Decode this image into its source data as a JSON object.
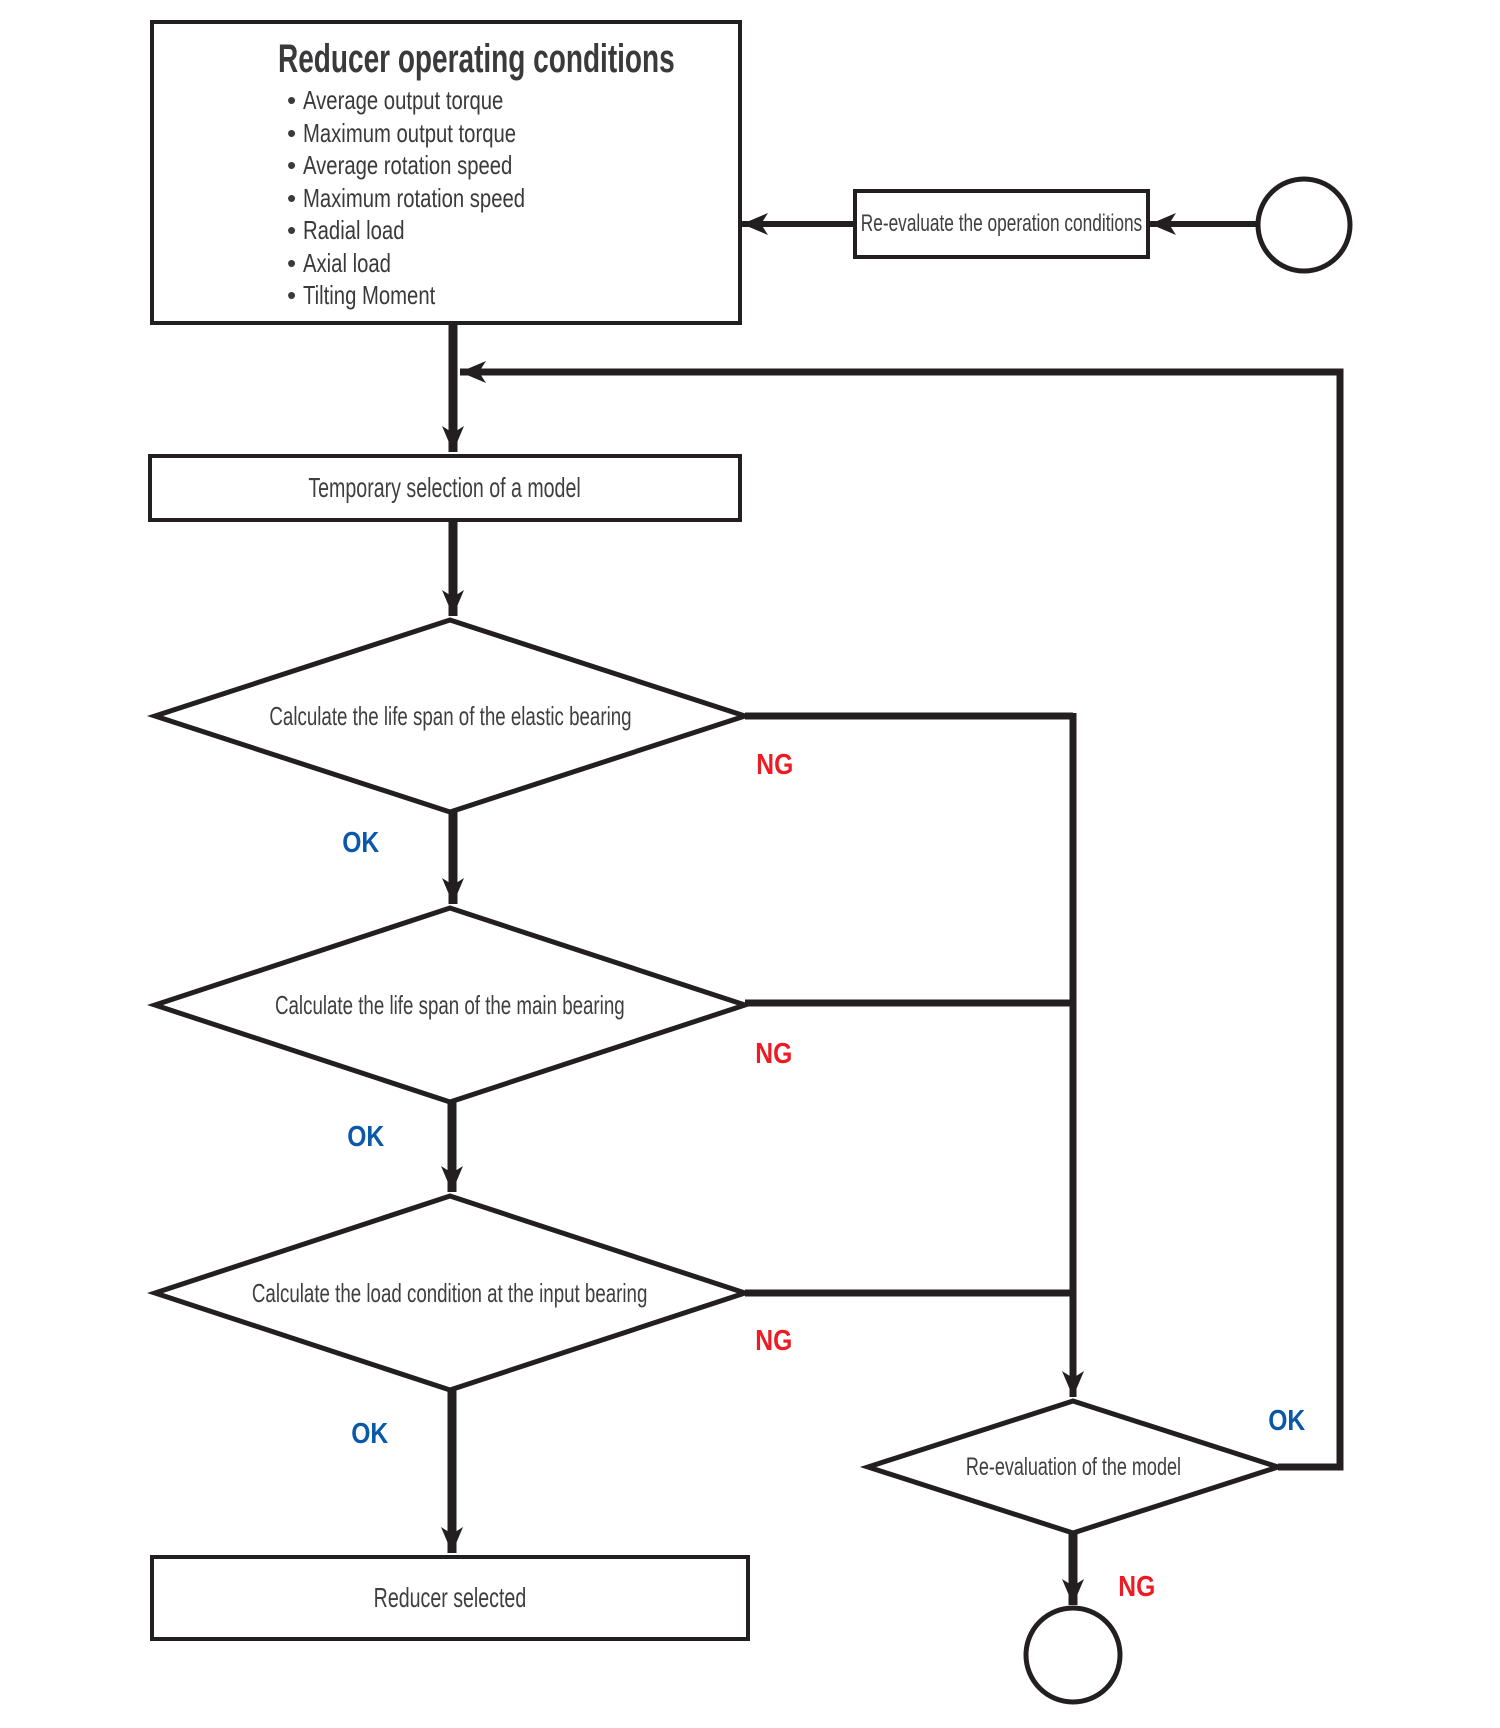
{
  "colors": {
    "line": "#231f20",
    "ok_blue": "#0a58a8",
    "ng_red": "#ed1c24",
    "text": "#3a3a3c"
  },
  "start_box": {
    "title": "Reducer operating conditions",
    "items": [
      "Average output torque",
      "Maximum output torque",
      "Average rotation speed",
      "Maximum rotation speed",
      "Radial load",
      "Axial load",
      "Tilting Moment"
    ]
  },
  "reevaluate_box": {
    "label": "Re-evaluate the operation conditions"
  },
  "temporary_box": {
    "label": "Temporary selection of a model"
  },
  "decisions": [
    {
      "label": "Calculate the life span of the elastic bearing",
      "ok": "OK",
      "ng": "NG"
    },
    {
      "label": "Calculate the life span of the main bearing",
      "ok": "OK",
      "ng": "NG"
    },
    {
      "label": "Calculate the load condition at the input bearing",
      "ok": "OK",
      "ng": "NG"
    }
  ],
  "reevaluation_diamond": {
    "label": "Re-evaluation of the model",
    "ok": "OK",
    "ng": "NG"
  },
  "end_box": {
    "label": "Reducer selected"
  }
}
